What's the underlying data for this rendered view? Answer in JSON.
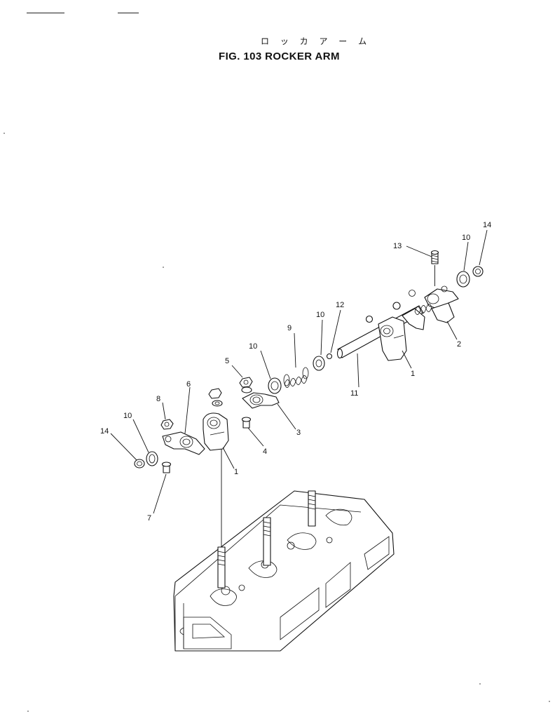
{
  "header": {
    "title_japanese": "ロ ッ カ ア ー ム",
    "title_english": "FIG. 103 ROCKER ARM"
  },
  "callouts": [
    {
      "id": "c14a",
      "label": "14"
    },
    {
      "id": "c10a",
      "label": "10"
    },
    {
      "id": "c13",
      "label": "13"
    },
    {
      "id": "c12",
      "label": "12"
    },
    {
      "id": "c10b",
      "label": "10"
    },
    {
      "id": "c2",
      "label": "2"
    },
    {
      "id": "c9",
      "label": "9"
    },
    {
      "id": "c1a",
      "label": "1"
    },
    {
      "id": "c10c",
      "label": "10"
    },
    {
      "id": "c11",
      "label": "11"
    },
    {
      "id": "c5",
      "label": "5"
    },
    {
      "id": "c6",
      "label": "6"
    },
    {
      "id": "c3",
      "label": "3"
    },
    {
      "id": "c8",
      "label": "8"
    },
    {
      "id": "c10d",
      "label": "10"
    },
    {
      "id": "c4",
      "label": "4"
    },
    {
      "id": "c14b",
      "label": "14"
    },
    {
      "id": "c1b",
      "label": "1"
    },
    {
      "id": "c7",
      "label": "7"
    }
  ],
  "colors": {
    "ink": "#111111",
    "paper": "#ffffff"
  }
}
